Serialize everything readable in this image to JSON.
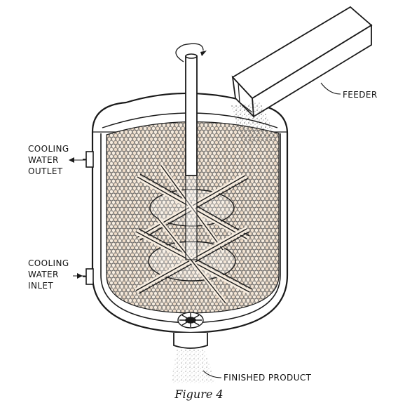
{
  "diagram": {
    "labels": {
      "feeder": "FEEDER",
      "cooling_outlet": [
        "COOLING",
        "WATER",
        "OUTLET"
      ],
      "cooling_inlet": [
        "COOLING",
        "WATER",
        "INLET"
      ],
      "finished_product": "FINISHED PRODUCT"
    },
    "caption": "Figure 4",
    "colors": {
      "line": "#1a1a1a",
      "pellet_fill": "#f0e0cf",
      "pellet_stroke": "#555555",
      "background": "#ffffff"
    },
    "icons": [
      "rotation-arrow-icon",
      "arrow-left-icon"
    ]
  }
}
